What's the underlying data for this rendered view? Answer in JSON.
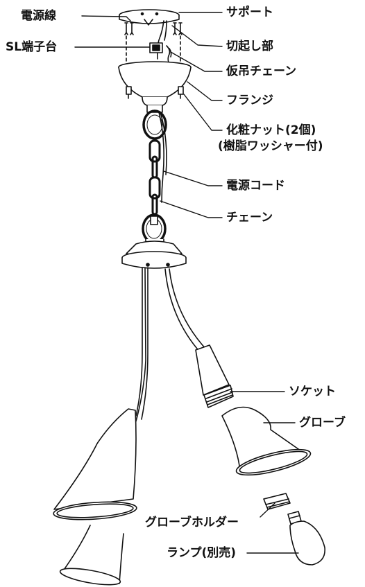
{
  "labels": {
    "power_wire": "電源線",
    "sl_terminal": "SL端子台",
    "support": "サポート",
    "cut_raised": "切起し部",
    "temp_chain": "仮吊チェーン",
    "flange": "フランジ",
    "deco_nut_line1": "化粧ナット(2個)",
    "deco_nut_line2": "(樹脂ワッシャー付)",
    "power_cord": "電源コード",
    "chain": "チェーン",
    "socket": "ソケット",
    "globe": "グローブ",
    "globe_holder": "グローブホルダー",
    "lamp": "ランプ(別売)"
  }
}
